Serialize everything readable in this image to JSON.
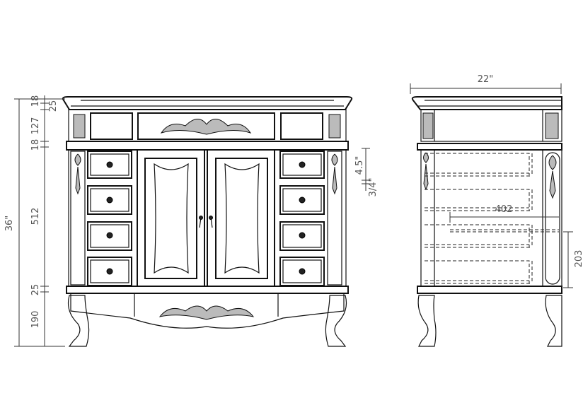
{
  "front_view": {
    "overall_height": "36\"",
    "dimensions": [
      "18",
      "25",
      "127",
      "18",
      "512",
      "25",
      "190"
    ]
  },
  "side_view": {
    "overall_depth": "22\"",
    "drawer_height": "4.5\"",
    "rail_thickness": "3/4\"",
    "drawer_depth": "402",
    "bottom_clearance": "203"
  }
}
